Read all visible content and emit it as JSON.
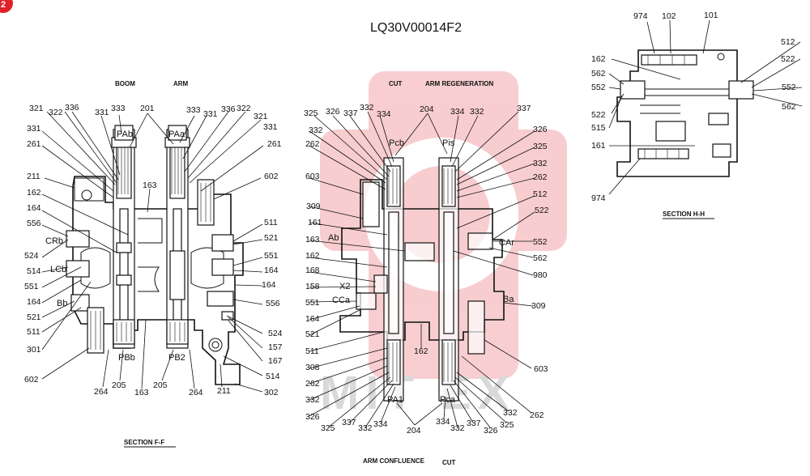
{
  "corner_badge": "2",
  "title": "LQ30V00014F2",
  "watermark": "MIT EX",
  "brand_color": "#e0202a",
  "captions": {
    "boom": "BOOM",
    "arm_top": "ARM",
    "cut_top": "CUT",
    "arm_regeneration": "ARM REGENERATION",
    "section_ff": "SECTION  F-F",
    "section_hh": "SECTION  H-H",
    "arm_confluence": "ARM CONFLUENCE",
    "cut_bottom": "CUT"
  },
  "ports": {
    "pab": "PAb",
    "paa": "PAa",
    "crb": "CRb",
    "lcb": "LCb",
    "bb": "Bb",
    "pbb": "PBb",
    "pb2": "PB2",
    "pcb": "Pcb",
    "pis": "Pis",
    "ab": "Ab",
    "x2": "X2",
    "cca": "CCa",
    "car": "CAr",
    "ba": "Ba",
    "pa1": "PA1",
    "pca": "Pca"
  },
  "section_ff_labels": {
    "n321a": "321",
    "n322a": "322",
    "n336a": "336",
    "n331a": "331",
    "n333a": "333",
    "n201": "201",
    "n333b": "333",
    "n331b": "331",
    "n336b": "336",
    "n322b": "322",
    "n321b": "321",
    "n331c": "331",
    "n331d": "331",
    "n261a": "261",
    "n261b": "261",
    "n211a": "211",
    "n163a": "163",
    "n602a": "602",
    "n162": "162",
    "n164a": "164",
    "n556a": "556",
    "n511a": "511",
    "n521a": "521",
    "n524a": "524",
    "n551a": "551",
    "n514a": "514",
    "n164b": "164",
    "n551b": "551",
    "n164c": "164",
    "n164d": "164",
    "n521b": "521",
    "n556b": "556",
    "n511b": "511",
    "n524b": "524",
    "n157": "157",
    "n301": "301",
    "n167": "167",
    "n602b": "602",
    "n514b": "514",
    "n264a": "264",
    "n205a": "205",
    "n163b": "163",
    "n205b": "205",
    "n264b": "264",
    "n211b": "211",
    "n302": "302"
  },
  "middle_labels": {
    "n325a": "325",
    "n326a": "326",
    "n337a": "337",
    "n332a": "332",
    "n334a": "334",
    "n204a": "204",
    "n334b": "334",
    "n332b": "332",
    "n337b": "337",
    "n332c": "332",
    "n326b": "326",
    "n262a": "262",
    "n325b": "325",
    "n332d": "332",
    "n603a": "603",
    "n262b": "262",
    "n512": "512",
    "n309a": "309",
    "n522": "522",
    "n161": "161",
    "n163": "163",
    "n552": "552",
    "n162a": "162",
    "n562": "562",
    "n168": "168",
    "n980": "980",
    "n158": "158",
    "n551": "551",
    "n309b": "309",
    "n164": "164",
    "n521": "521",
    "n511": "511",
    "n162b": "162",
    "n308": "308",
    "n603b": "603",
    "n262c": "262",
    "n332e": "332",
    "n326c": "326",
    "n325c": "325",
    "n337c": "337",
    "n332f": "332",
    "n334c": "334",
    "n204b": "204",
    "n334d": "334",
    "n332g": "332",
    "n337d": "337",
    "n326d": "326",
    "n325d": "325",
    "n332h": "332",
    "n262d": "262"
  },
  "section_hh_labels": {
    "n974a": "974",
    "n102": "102",
    "n101": "101",
    "n162": "162",
    "n512": "512",
    "n522a": "522",
    "n562a": "562",
    "n552a": "552",
    "n552b": "552",
    "n522b": "522",
    "n562b": "562",
    "n515": "515",
    "n161": "161",
    "n974b": "974"
  }
}
